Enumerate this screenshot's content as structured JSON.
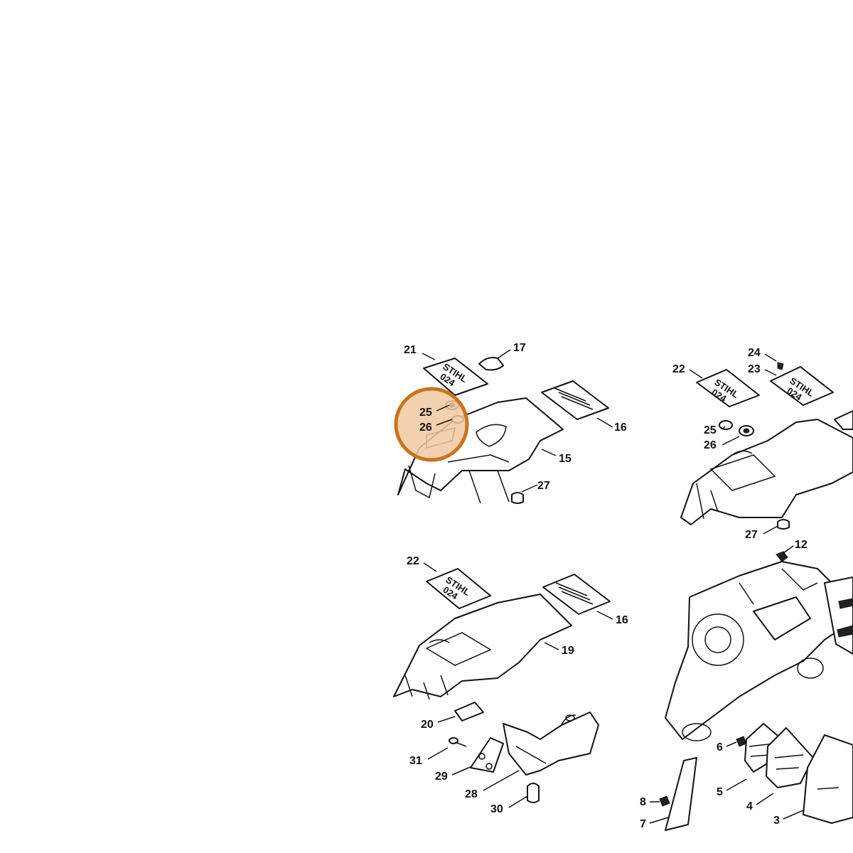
{
  "decal": {
    "line1": "STIHL",
    "line2": "024"
  },
  "highlight": {
    "color": "#c8741f",
    "fill": "#f2c9a0",
    "callouts": [
      "25",
      "26"
    ]
  },
  "callouts": {
    "c21": "21",
    "c17": "17",
    "c25a": "25",
    "c26a": "26",
    "c16a": "16",
    "c15": "15",
    "c27a": "27",
    "c24": "24",
    "c23": "23",
    "c22a": "22",
    "c25b": "25",
    "c26b": "26",
    "c27b": "27",
    "c12": "12",
    "c22b": "22",
    "c16b": "16",
    "c19": "19",
    "c20": "20",
    "c31": "31",
    "c29": "29",
    "c28": "28",
    "c30": "30",
    "c6": "6",
    "c5": "5",
    "c4": "4",
    "c3": "3",
    "c8": "8",
    "c7": "7"
  }
}
